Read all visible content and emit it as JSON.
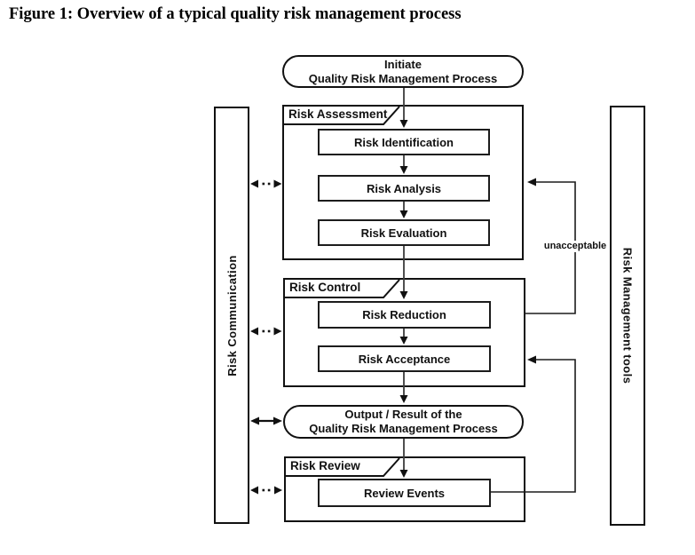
{
  "figure": {
    "title": "Figure 1: Overview of a typical quality risk management process"
  },
  "diagram": {
    "type": "flowchart",
    "start": {
      "line1": "Initiate",
      "line2": "Quality Risk Management Process"
    },
    "groups": [
      {
        "label": "Risk Assessment",
        "steps": [
          "Risk Identification",
          "Risk Analysis",
          "Risk Evaluation"
        ]
      },
      {
        "label": "Risk Control",
        "steps": [
          "Risk Reduction",
          "Risk Acceptance"
        ]
      },
      {
        "label": "Risk Review",
        "steps": [
          "Review Events"
        ]
      }
    ],
    "output": {
      "line1": "Output / Result of the",
      "line2": "Quality Risk Management Process"
    },
    "sidebars": {
      "left": "Risk Communication",
      "right": "Risk Management tools"
    },
    "feedback_label": "unacceptable",
    "colors": {
      "border": "#111111",
      "arrow": "#3d3d3d",
      "background": "#ffffff",
      "text": "#111111"
    }
  }
}
